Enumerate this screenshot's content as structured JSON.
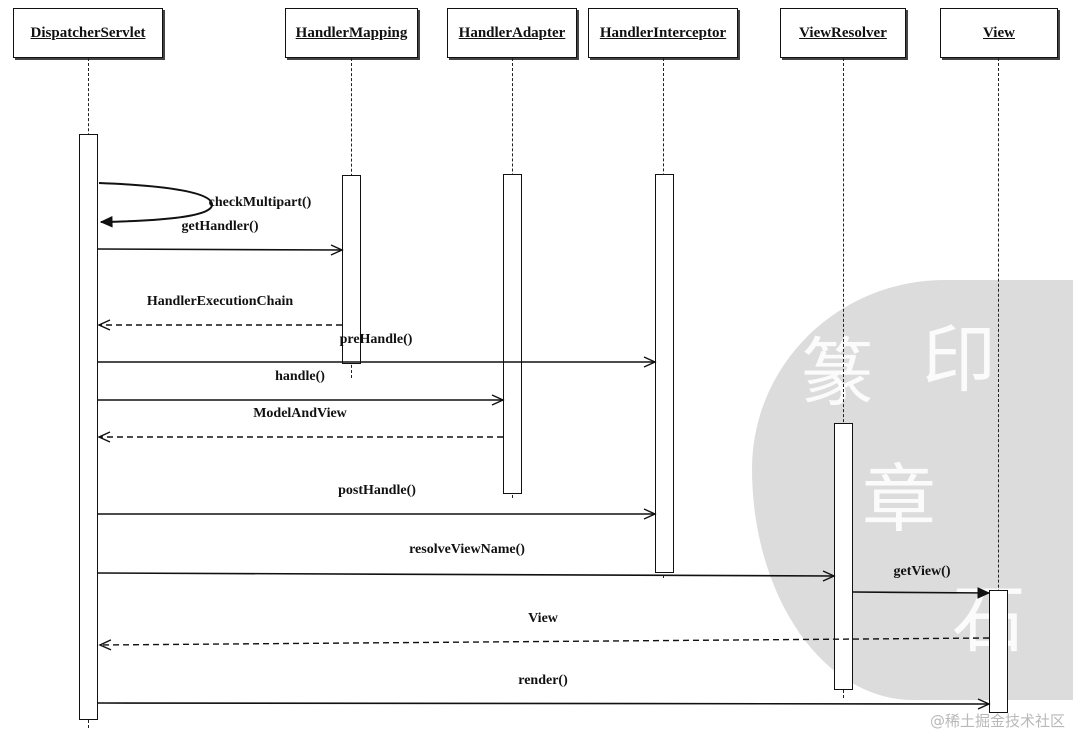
{
  "participants": [
    {
      "id": "dispatcher",
      "label": "DispatcherServlet"
    },
    {
      "id": "mapping",
      "label": "HandlerMapping"
    },
    {
      "id": "adapter",
      "label": "HandlerAdapter"
    },
    {
      "id": "interceptor",
      "label": "HandlerInterceptor"
    },
    {
      "id": "resolver",
      "label": "ViewResolver"
    },
    {
      "id": "view",
      "label": "View"
    }
  ],
  "messages": [
    {
      "id": "checkMultipart",
      "label": "checkMultipart()",
      "from": "dispatcher",
      "to": "dispatcher",
      "style": "self"
    },
    {
      "id": "getHandler",
      "label": "getHandler()",
      "from": "dispatcher",
      "to": "mapping",
      "style": "call"
    },
    {
      "id": "handlerExecutionChain",
      "label": "HandlerExecutionChain",
      "from": "mapping",
      "to": "dispatcher",
      "style": "return"
    },
    {
      "id": "preHandle",
      "label": "preHandle()",
      "from": "dispatcher",
      "to": "interceptor",
      "style": "call"
    },
    {
      "id": "handle",
      "label": "handle()",
      "from": "dispatcher",
      "to": "adapter",
      "style": "call"
    },
    {
      "id": "modelAndView",
      "label": "ModelAndView",
      "from": "adapter",
      "to": "dispatcher",
      "style": "return"
    },
    {
      "id": "postHandle",
      "label": "postHandle()",
      "from": "dispatcher",
      "to": "interceptor",
      "style": "call"
    },
    {
      "id": "resolveViewName",
      "label": "resolveViewName()",
      "from": "dispatcher",
      "to": "resolver",
      "style": "call"
    },
    {
      "id": "getView",
      "label": "getView()",
      "from": "resolver",
      "to": "view",
      "style": "call"
    },
    {
      "id": "viewReturn",
      "label": "View",
      "from": "view",
      "to": "dispatcher",
      "style": "return"
    },
    {
      "id": "render",
      "label": "render()",
      "from": "dispatcher",
      "to": "view",
      "style": "call"
    }
  ],
  "watermark": {
    "text": "@稀土掘金技术社区"
  },
  "seal_chars": [
    "篆",
    "印",
    "章",
    "石"
  ]
}
